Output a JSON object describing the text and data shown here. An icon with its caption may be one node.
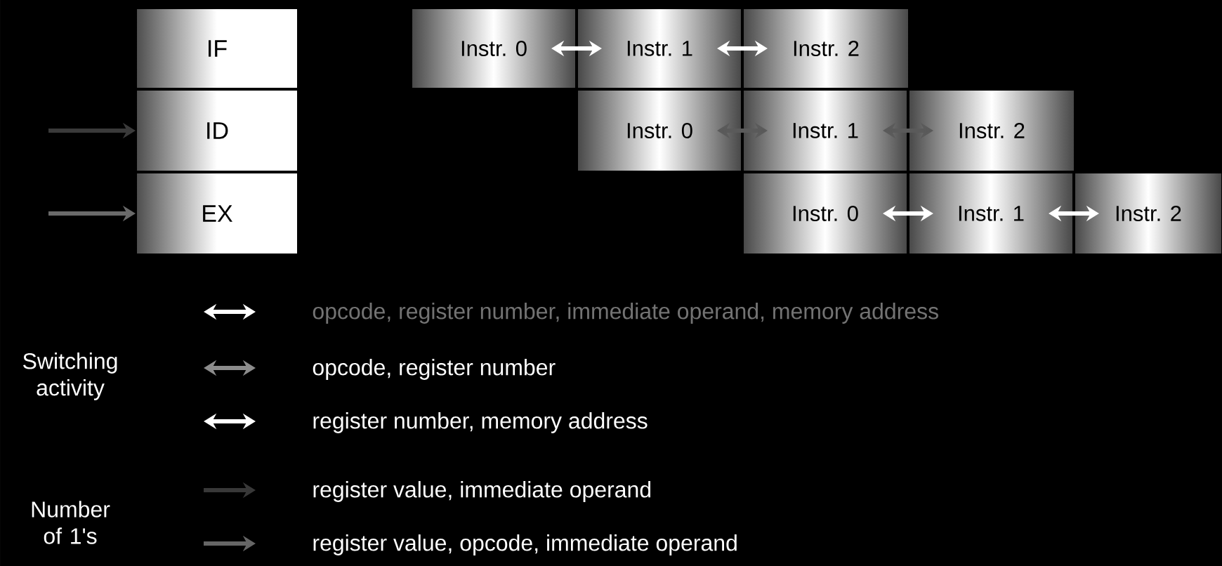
{
  "diagram": {
    "nodes": [
      {
        "text": [
          "IF"
        ]
      },
      {
        "text": [
          "ID"
        ]
      },
      {
        "text": [
          "EX"
        ]
      },
      {
        "text": [
          "Instr. 0"
        ]
      },
      {
        "text": [
          "Instr. 1"
        ]
      },
      {
        "text": [
          "Instr. 2"
        ]
      },
      {
        "text": [
          "Instr. 0"
        ]
      },
      {
        "text": [
          "Instr. 1"
        ]
      },
      {
        "text": [
          "Instr. 2"
        ]
      },
      {
        "text": [
          "Instr. 0"
        ]
      },
      {
        "text": [
          "Instr. 1"
        ]
      },
      {
        "text": [
          "Instr. 2"
        ]
      }
    ],
    "edges": [
      {
        "from": 3,
        "to": 4,
        "arrow": "both"
      },
      {
        "from": 4,
        "to": 5,
        "arrow": "both"
      },
      {
        "from": 6,
        "to": 7,
        "arrow": "both",
        "color": "#5a5a5a"
      },
      {
        "from": 7,
        "to": 8,
        "arrow": "both",
        "color": "#5a5a5a"
      },
      {
        "from": 9,
        "to": 10,
        "arrow": "both"
      },
      {
        "from": 10,
        "to": 11,
        "arrow": "both"
      },
      {
        "from": null,
        "to": 1,
        "arrow": "to",
        "color": "#3a3a3a"
      },
      {
        "from": null,
        "to": 2,
        "arrow": "to",
        "color": "#6a6a6a"
      }
    ],
    "labels": [
      "Switching activity",
      "Number of 1's"
    ],
    "legend": [
      {
        "text": "opcode, register number, immediate operand, memory address"
      },
      {
        "text": "opcode, register number"
      },
      {
        "text": "register number, memory address"
      },
      {
        "text": "register value, immediate operand"
      },
      {
        "text": "register value, opcode, immediate operand"
      }
    ]
  }
}
